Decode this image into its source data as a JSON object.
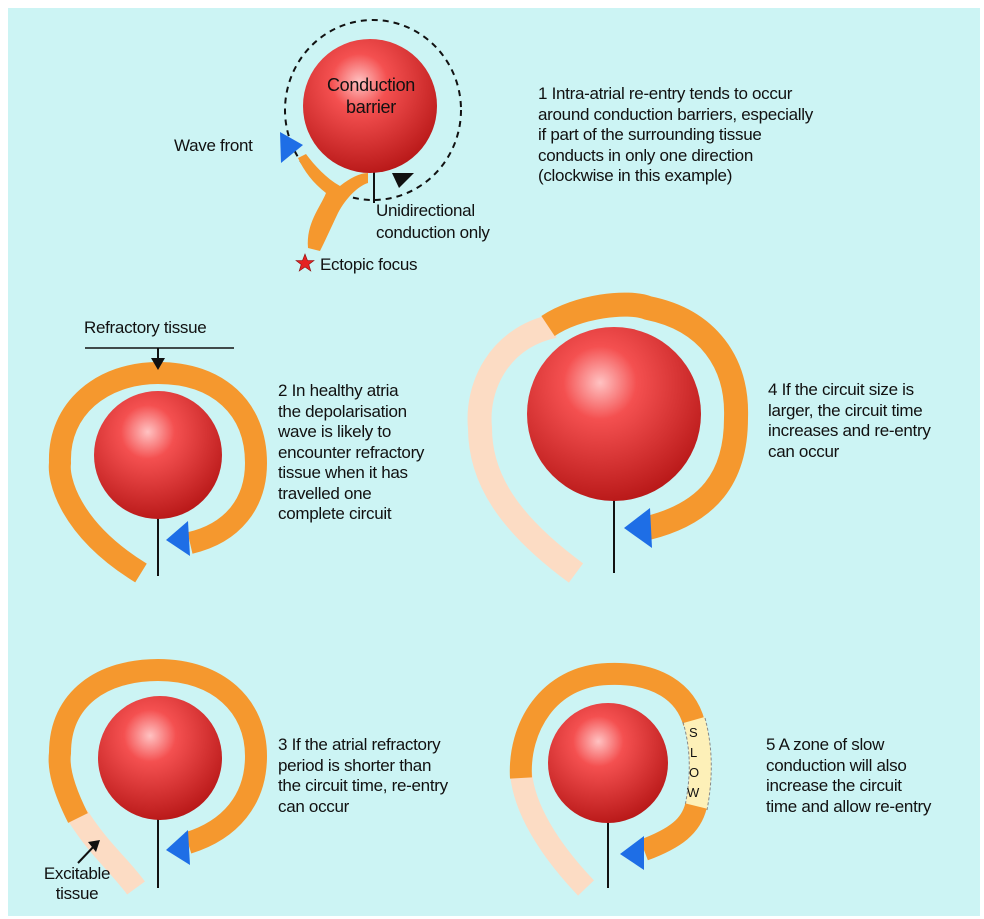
{
  "colors": {
    "background": "#ccf4f4",
    "conduction_barrier": "#e02020",
    "refractory_tissue": "#f5982e",
    "excitable_tissue": "#fcdcc4",
    "wave_front": "#1e6ee6",
    "ectopic_focus": "#e52222",
    "slow_zone": "#fdf0b8"
  },
  "panel1": {
    "barrier_label": "Conduction barrier",
    "wave_front_label": "Wave front",
    "unidirectional_label": "Unidirectional conduction only",
    "ectopic_label": "Ectopic focus",
    "caption": "1 Intra-atrial re-entry tends to occur\naround conduction barriers, especially\nif part of the surrounding tissue\nconducts in only one direction\n(clockwise in this example)"
  },
  "panel2": {
    "refractory_label": "Refractory tissue",
    "caption": "2 In healthy atria\nthe depolarisation\nwave is likely to\nencounter refractory\ntissue when it has\ntravelled one\ncomplete circuit"
  },
  "panel3": {
    "excitable_label": "Excitable tissue",
    "caption": "3 If the atrial refractory\nperiod is shorter than\nthe circuit time, re-entry\ncan occur"
  },
  "panel4": {
    "caption": "4 If the circuit size is\nlarger, the circuit time\nincreases and re-entry\ncan occur"
  },
  "panel5": {
    "slow_letters": [
      "S",
      "L",
      "O",
      "W"
    ],
    "caption": "5 A zone of slow\nconduction will also\nincrease the circuit\ntime and allow re-entry"
  }
}
